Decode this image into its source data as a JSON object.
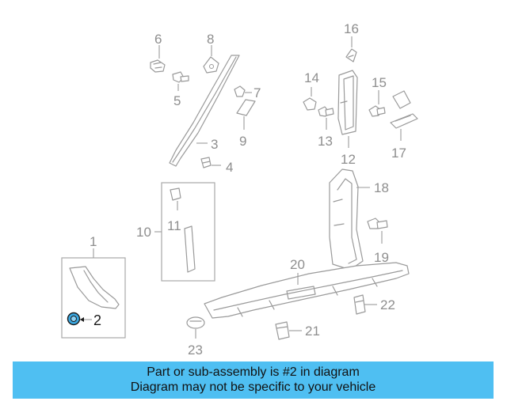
{
  "callouts": {
    "c1": "1",
    "c2": "2",
    "c3": "3",
    "c4": "4",
    "c5": "5",
    "c6": "6",
    "c7": "7",
    "c8": "8",
    "c9": "9",
    "c10": "10",
    "c11": "11",
    "c12": "12",
    "c13": "13",
    "c14": "14",
    "c15": "15",
    "c16": "16",
    "c17": "17",
    "c18": "18",
    "c19": "19",
    "c20": "20",
    "c21": "21",
    "c22": "22",
    "c23": "23"
  },
  "highlight_part": "2",
  "colors": {
    "banner": "#4fbff2",
    "highlight": "#3aa7e0",
    "line": "#9a9a9a"
  },
  "banner": {
    "line1": "Part or sub-assembly is #2 in diagram",
    "line2": "Diagram may not be specific to your vehicle"
  }
}
